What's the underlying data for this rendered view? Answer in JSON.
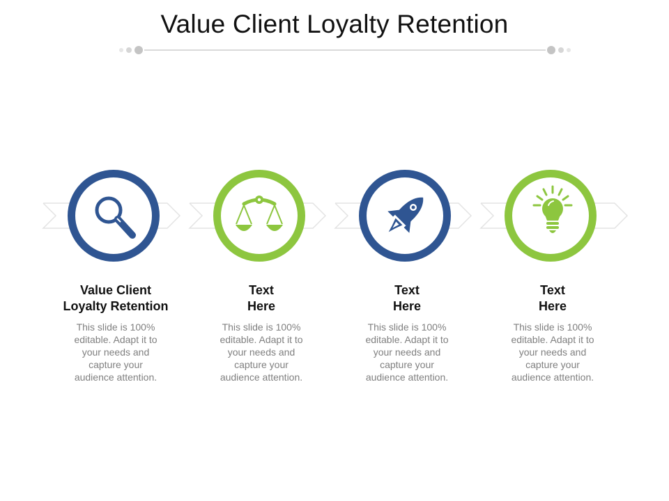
{
  "slide": {
    "title": "Value Client Loyalty Retention"
  },
  "colors": {
    "navy": "#2f5592",
    "green": "#8dc63f",
    "chevron_stroke": "#e3e3e3",
    "divider": "#c4c4c4"
  },
  "steps": [
    {
      "heading_line1": "Value Client",
      "heading_line2": "Loyalty Retention",
      "body_line1": "This slide is 100%",
      "body_line2": "editable. Adapt it to",
      "body_line3": "your needs and",
      "body_line4": "capture your",
      "body_line5": "audience attention.",
      "icon": "magnifier-icon",
      "ring_color": "navy"
    },
    {
      "heading_line1": "Text",
      "heading_line2": "Here",
      "body_line1": "This slide is 100%",
      "body_line2": "editable. Adapt it to",
      "body_line3": "your needs and",
      "body_line4": "capture your",
      "body_line5": "audience attention.",
      "icon": "balance-scale-icon",
      "ring_color": "green"
    },
    {
      "heading_line1": "Text",
      "heading_line2": "Here",
      "body_line1": "This slide is 100%",
      "body_line2": "editable. Adapt it to",
      "body_line3": "your needs and",
      "body_line4": "capture your",
      "body_line5": "audience attention.",
      "icon": "rocket-icon",
      "ring_color": "navy"
    },
    {
      "heading_line1": "Text",
      "heading_line2": "Here",
      "body_line1": "This slide is 100%",
      "body_line2": "editable. Adapt it to",
      "body_line3": "your needs and",
      "body_line4": "capture your",
      "body_line5": "audience attention.",
      "icon": "lightbulb-icon",
      "ring_color": "green"
    }
  ]
}
